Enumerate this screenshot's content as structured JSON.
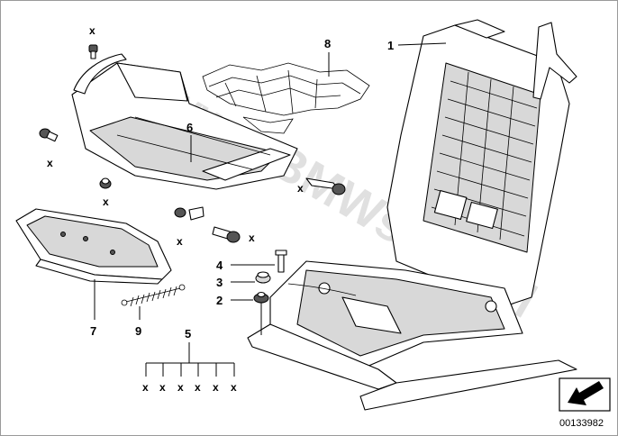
{
  "watermark": "www.BMWstore.pl",
  "diagram_code": "00133982",
  "labels": {
    "p1": "1",
    "p2": "2",
    "p3": "3",
    "p4": "4",
    "p5": "5",
    "p6": "6",
    "p7": "7",
    "p8": "8",
    "p9": "9"
  },
  "x_marks": {
    "top_screw": "x",
    "left_bolt": "x",
    "left_nut": "x",
    "mid_pin": "x",
    "pivot_clip": "x",
    "bolt_right": "x",
    "group5": [
      "x",
      "x",
      "x",
      "x",
      "x",
      "x"
    ]
  },
  "icons": {
    "navigation": "arrow-nav-icon"
  }
}
